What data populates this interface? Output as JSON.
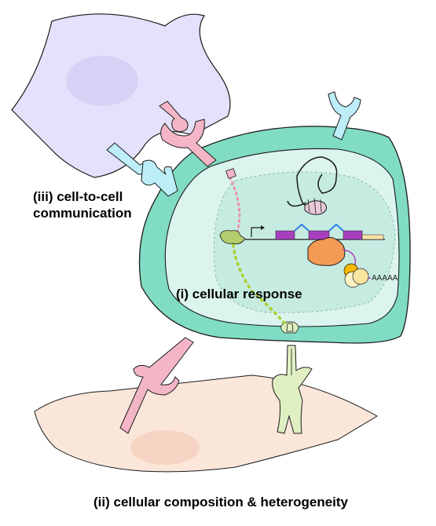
{
  "labels": {
    "cell_to_cell": [
      "(iii) cell-to-cell",
      "communication"
    ],
    "cellular_response": "(i) cellular response",
    "composition": "(ii) cellular composition & heterogeneity"
  },
  "polya_text": "AAAAA",
  "colors": {
    "outline": "#1a1a1a",
    "top_cell_fill": "#e3e1fb",
    "top_cell_nucleus": "#d5d2f5",
    "main_cell_outer": "#80dcc3",
    "main_cell_inner": "#dcf4ee",
    "nucleus_fill": "#c6ece2",
    "bottom_cell_fill": "#fbe6da",
    "bottom_cell_nucleus": "#f5d4c4",
    "pink_receptor": "#f4b6c7",
    "blue_receptor": "#bdeef7",
    "green_receptor": "#dfefc2",
    "dotted_pink": "#ec8fae",
    "dotted_green": "#a9d12e",
    "exon": "#a73fbd",
    "intron": "#2f7fe8",
    "utr": "#f7dfa6",
    "polymerase": "#f59a54",
    "ribosome_yellow": "#f8e5a0",
    "ribosome_orange": "#f5b800",
    "tf_green": "#b5cc6e",
    "histone": "#e8c9d7"
  },
  "icons": [
    "top-cell",
    "main-cell",
    "bottom-cell",
    "pink-ligand",
    "pink-receptor",
    "blue-ligand",
    "blue-receptor",
    "green-receptor",
    "transcription-factor",
    "dna-strand",
    "gene",
    "rna-polymerase",
    "ribosome",
    "nucleosome"
  ]
}
